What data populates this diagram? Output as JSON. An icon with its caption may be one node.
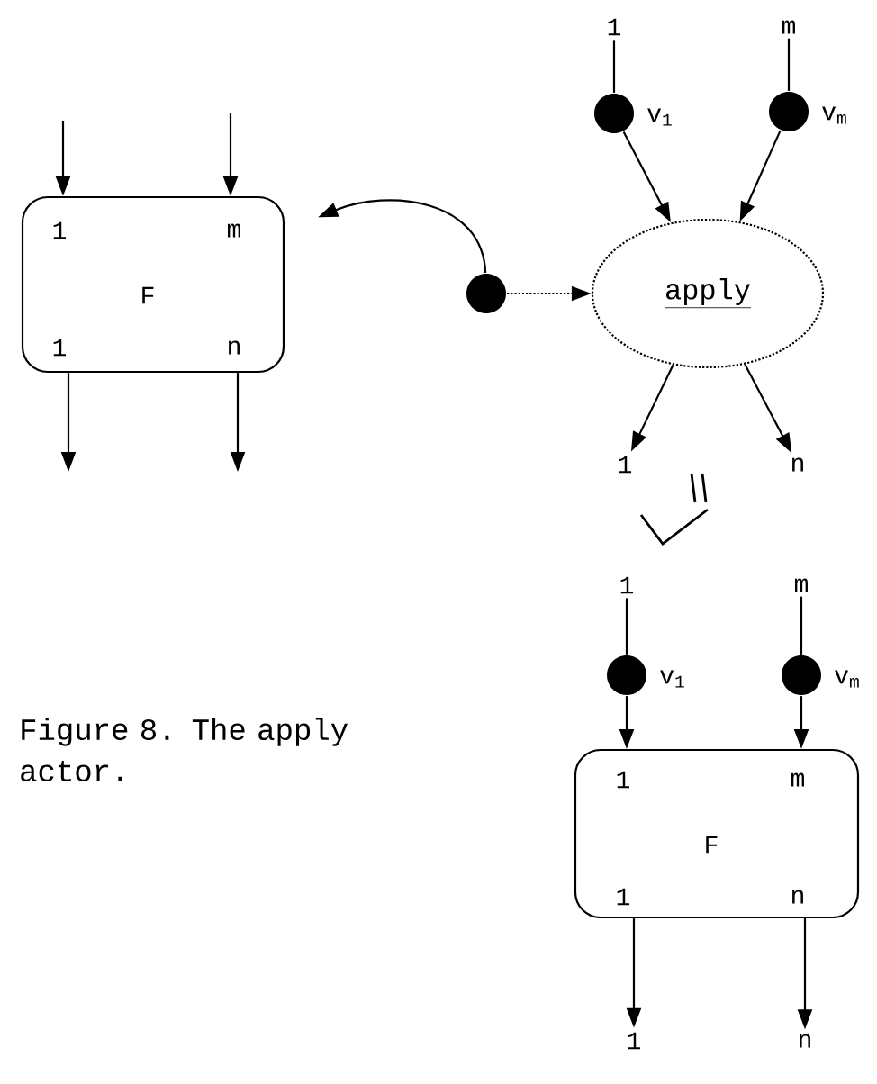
{
  "diagram": {
    "caption": "Figure 8. The apply actor.",
    "nodes": [
      {
        "text": [
          "1",
          "m",
          "F",
          "1",
          "n"
        ]
      },
      {
        "text": [],
        "shape": "circle"
      },
      {
        "text": [
          "1"
        ]
      },
      {
        "text": [
          "m"
        ]
      },
      {
        "text": [],
        "shape": "circle",
        "beside": [
          "v$_{1}$"
        ]
      },
      {
        "text": [],
        "shape": "circle",
        "beside": [
          "v$_{m}$"
        ]
      },
      {
        "text": [
          "apply"
        ]
      },
      {
        "text": [
          "1"
        ]
      },
      {
        "text": [
          "n"
        ]
      },
      {
        "text": [
          "1"
        ]
      },
      {
        "text": [
          "m"
        ]
      },
      {
        "text": [],
        "shape": "circle",
        "beside": [
          "v$_{1}$"
        ]
      },
      {
        "text": [],
        "shape": "circle",
        "beside": [
          "v$_{m}$"
        ]
      },
      {
        "text": [
          "1",
          "m",
          "F",
          "1",
          "n"
        ]
      },
      {
        "text": [
          "1"
        ]
      },
      {
        "text": [
          "n"
        ]
      }
    ],
    "edges": [
      {
        "from": null,
        "to": 0,
        "arrow": "to"
      },
      {
        "from": null,
        "to": 0,
        "arrow": "to"
      },
      {
        "from": 0,
        "to": null,
        "arrow": "to"
      },
      {
        "from": 0,
        "to": null,
        "arrow": "to"
      },
      {
        "from": 1,
        "to": 0,
        "arrow": "to"
      },
      {
        "from": 1,
        "to": 6,
        "arrow": "to",
        "style": "dashed"
      },
      {
        "from": 2,
        "to": 4,
        "arrow": "none"
      },
      {
        "from": 3,
        "to": 5,
        "arrow": "none"
      },
      {
        "from": 4,
        "to": 6,
        "arrow": "to"
      },
      {
        "from": 5,
        "to": 6,
        "arrow": "to"
      },
      {
        "from": 6,
        "to": 7,
        "arrow": "to"
      },
      {
        "from": 6,
        "to": 8,
        "arrow": "to"
      },
      {
        "from": 9,
        "to": 11,
        "arrow": "none"
      },
      {
        "from": 10,
        "to": 12,
        "arrow": "none"
      },
      {
        "from": 11,
        "to": 13,
        "arrow": "to"
      },
      {
        "from": 12,
        "to": 13,
        "arrow": "to"
      },
      {
        "from": 13,
        "to": 14,
        "arrow": "to"
      },
      {
        "from": 13,
        "to": 15,
        "arrow": "to"
      }
    ]
  }
}
